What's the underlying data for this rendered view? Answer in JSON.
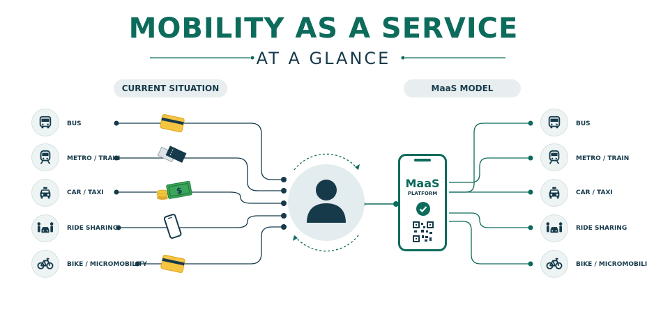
{
  "header": {
    "title": "MOBILITY AS A SERVICE",
    "subtitle": "AT A GLANCE"
  },
  "sections": {
    "current": "CURRENT SITUATION",
    "maas": "MaaS MODEL"
  },
  "modes": [
    {
      "label": "BUS",
      "icon": "bus-icon"
    },
    {
      "label": "METRO / TRAIN",
      "icon": "train-icon"
    },
    {
      "label": "CAR / TAXI",
      "icon": "taxi-icon"
    },
    {
      "label": "RIDE SHARING",
      "icon": "ride-sharing-icon"
    },
    {
      "label": "BIKE / MICROMOBILITY",
      "icon": "bike-icon"
    }
  ],
  "payments": [
    {
      "icon": "card-icon"
    },
    {
      "icon": "ticket-icon"
    },
    {
      "icon": "cash-icon"
    },
    {
      "icon": "smartphone-icon"
    },
    {
      "icon": "card-icon"
    }
  ],
  "platform": {
    "title": "MaaS",
    "subtitle": "PLATFORM"
  },
  "colors": {
    "teal": "#0d6b5c",
    "navy": "#163a4a",
    "card": "#f5c542"
  }
}
